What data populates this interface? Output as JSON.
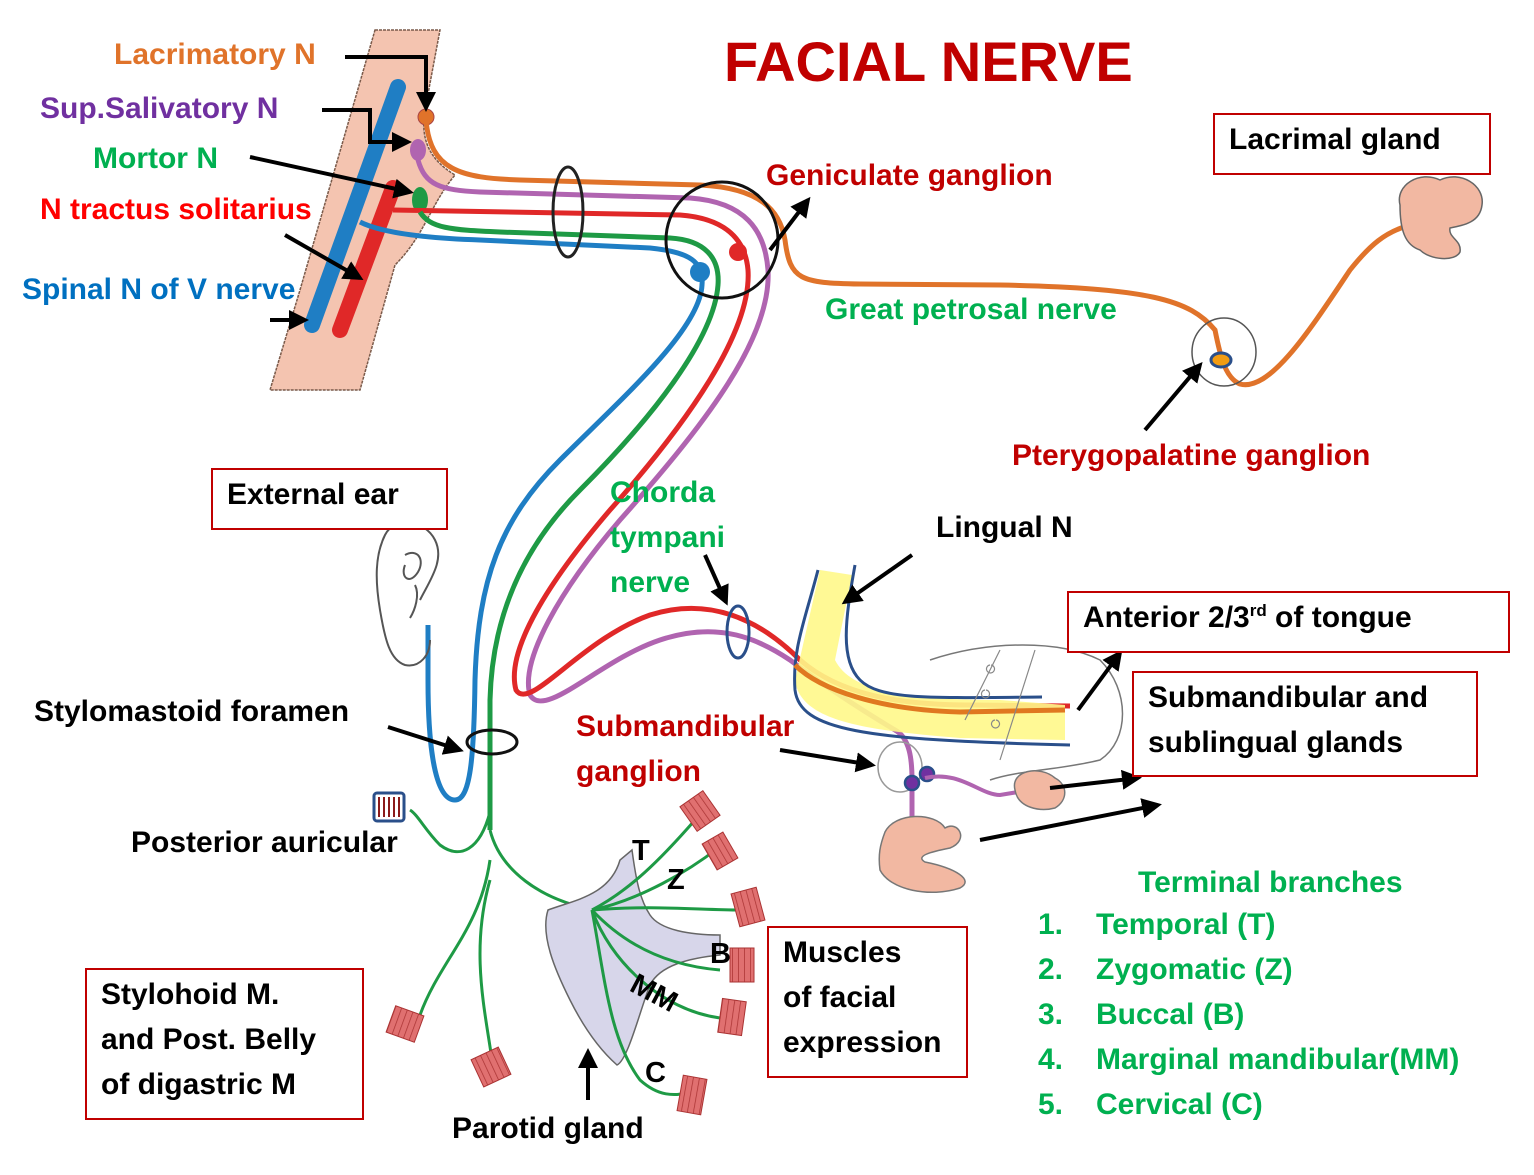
{
  "title": "FACIAL NERVE",
  "nuclei": {
    "lacrimatory": "Lacrimatory N",
    "sup_salivatory": "Sup.Salivatory N",
    "motor": "Mortor N",
    "tractus_solitarius": "N tractus solitarius",
    "spinal_v": "Spinal N of V nerve"
  },
  "ganglia": {
    "geniculate": "Geniculate ganglion",
    "pterygopalatine": "Pterygopalatine ganglion",
    "submandibular_line1": "Submandibular",
    "submandibular_line2": "ganglion"
  },
  "nerves": {
    "great_petrosal": "Great petrosal nerve",
    "chorda_line1": "Chorda",
    "chorda_line2": "tympani",
    "chorda_line3": "nerve",
    "lingual": "Lingual N",
    "posterior_auricular": "Posterior auricular"
  },
  "structures": {
    "stylomastoid": "Stylomastoid foramen",
    "parotid": "Parotid gland"
  },
  "boxes": {
    "lacrimal_gland": "Lacrimal gland",
    "external_ear": "External ear",
    "tongue_prefix": "Anterior 2/3",
    "tongue_sup": "rd",
    "tongue_suffix": " of tongue",
    "glands_line1": "Submandibular and",
    "glands_line2": "sublingual glands",
    "stylohoid_line1": "Stylohoid M.",
    "stylohoid_line2": "and Post. Belly",
    "stylohoid_line3": "of digastric M",
    "muscles_line1": "Muscles",
    "muscles_line2": "of facial",
    "muscles_line3": "expression"
  },
  "branch_letters": {
    "t": "T",
    "z": "Z",
    "b": "B",
    "mm": "MM",
    "c": "C"
  },
  "terminal_branches": {
    "heading": "Terminal branches",
    "items": [
      {
        "num": "1.",
        "label": "Temporal (T)"
      },
      {
        "num": "2.",
        "label": "Zygomatic (Z)"
      },
      {
        "num": "3.",
        "label": "Buccal (B)"
      },
      {
        "num": "4.",
        "label": "Marginal mandibular(MM)"
      },
      {
        "num": "5.",
        "label": "Cervical (C)"
      }
    ]
  },
  "colors": {
    "title": "#c00000",
    "lacrimatory": "#e0732a",
    "salivatory": "#b064b0",
    "motor": "#1e9a45",
    "solitarius": "#e02828",
    "spinal_v": "#1f7ec4",
    "brainstem": "#f4c4b0",
    "gland": "#f2b8a2",
    "parotid": "#d7d6ea",
    "lingual": "#fff88a",
    "muscle": "#d9534f"
  }
}
